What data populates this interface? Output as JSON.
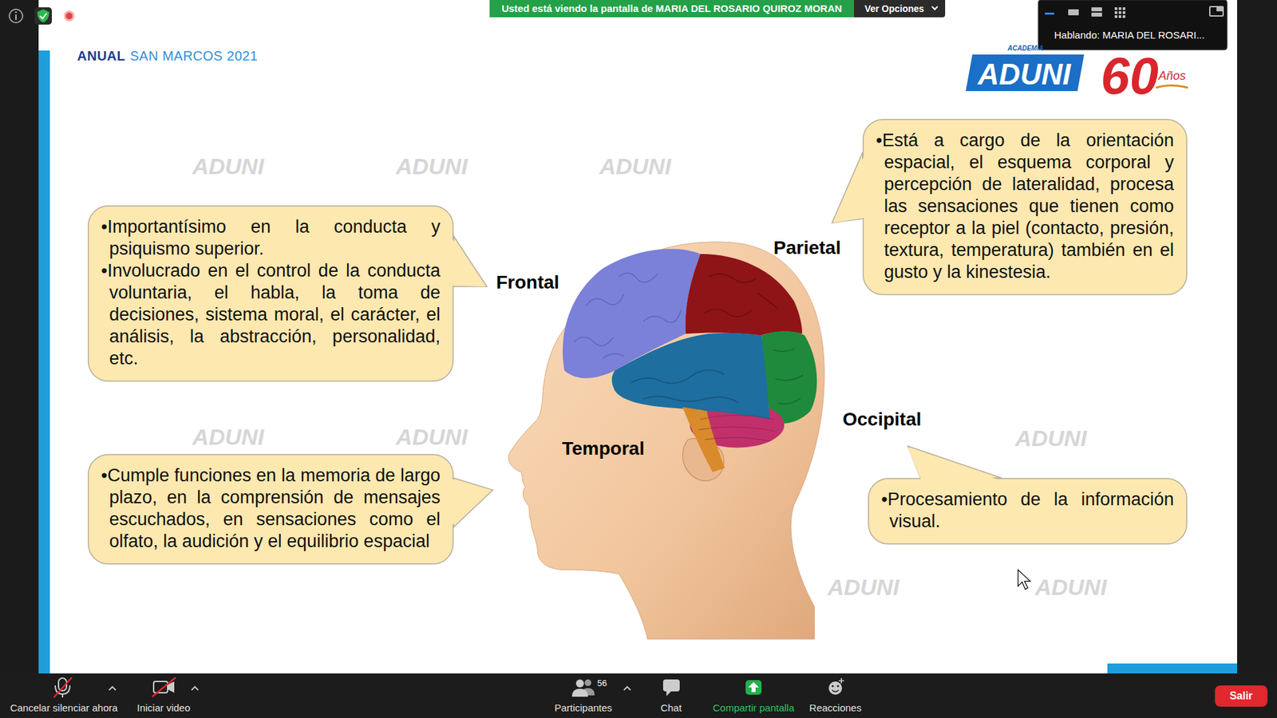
{
  "diagram": {
    "nodes": [
      {
        "text": [
          "•Importantísimo en la conducta y psiquismo superior.",
          "•Involucrado en el control de la conducta voluntaria, el habla, la toma de decisiones, sistema moral, el carácter, el análisis, la abstracción, personalidad, etc."
        ]
      },
      {
        "text": [
          "•Está a cargo de la orientación espacial, el esquema corporal y percepción de lateralidad, procesa las sensaciones que tienen como receptor a la piel (contacto, presión, textura, temperatura) también en el gusto y la kinestesia."
        ]
      },
      {
        "text": [
          "•Cumple funciones en la memoria de largo plazo, en la comprensión de mensajes escuchados, en sensaciones como el olfato, la audición y el equilibrio espacial"
        ]
      },
      {
        "text": [
          "•Procesamiento de la información visual."
        ]
      }
    ],
    "labels": [
      "ANUAL",
      "SAN MARCOS 2021",
      "ACADEMIA",
      "ADUNI",
      "60",
      "Años",
      "Frontal",
      "Parietal",
      "Temporal",
      "Occipital",
      "ADUNI",
      "ADUNI",
      "ADUNI",
      "ADUNI",
      "ADUNI",
      "ADUNI",
      "ADUNI",
      "ADUNI",
      "Usted está viendo la pantalla de MARIA DEL ROSARIO QUIROZ MORAN",
      "Ver Opciones",
      "Hablando: MARIA DEL ROSARI...",
      "Cancelar silenciar ahora",
      "Iniciar video",
      "56",
      "Participantes",
      "Chat",
      "Compartir pantalla",
      "Reacciones",
      "Salir"
    ]
  }
}
